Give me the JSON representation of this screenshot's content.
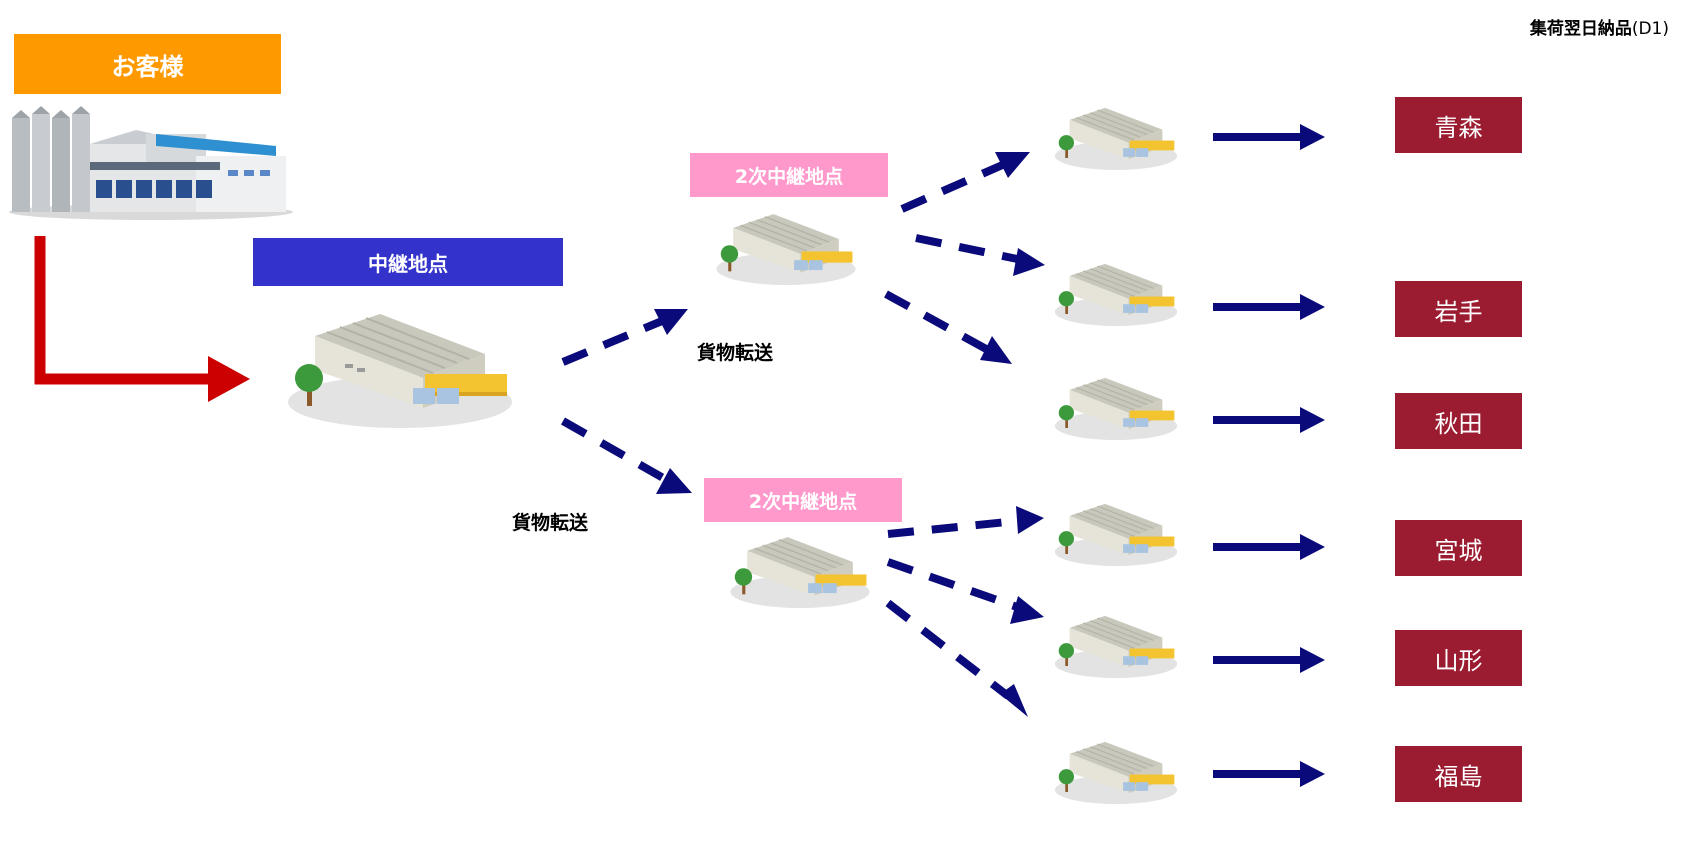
{
  "header": {
    "title_bold": "集荷翌日納品",
    "title_suffix": "(D1)"
  },
  "customer": {
    "label": "お客様"
  },
  "relay": {
    "label": "中継地点"
  },
  "secondary": [
    {
      "label": "2次中継地点"
    },
    {
      "label": "2次中継地点"
    }
  ],
  "transfer_labels": [
    "貨物転送",
    "貨物転送"
  ],
  "destinations": [
    {
      "name": "青森"
    },
    {
      "name": "岩手"
    },
    {
      "name": "秋田"
    },
    {
      "name": "宮城"
    },
    {
      "name": "山形"
    },
    {
      "name": "福島"
    }
  ],
  "colors": {
    "customer": "#FF9900",
    "relay": "#3333CC",
    "secondary": "#FF99CC",
    "destination": "#9B1B30",
    "arrow_primary": "#CC0000",
    "arrow_secondary": "#0A0A7A"
  },
  "icons": [
    "factory-icon",
    "warehouse-icon",
    "tree-icon",
    "truck-icon",
    "dashed-arrow",
    "solid-arrow"
  ]
}
